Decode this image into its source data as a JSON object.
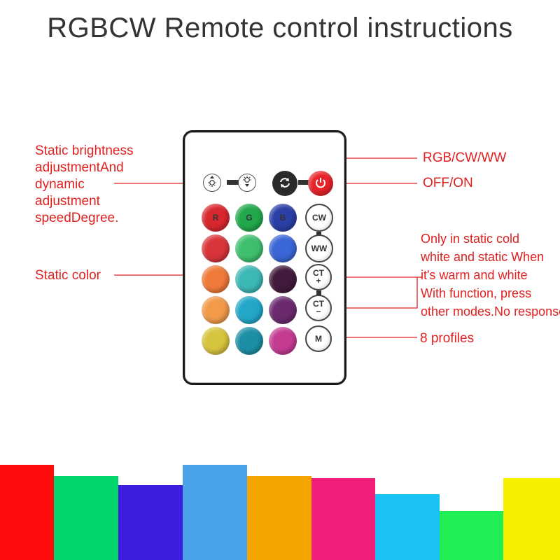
{
  "title": "RGBCW Remote control instructions",
  "labels": {
    "brightness": [
      "Static brightness",
      "adjustmentAnd",
      "dynamic",
      "adjustment",
      "speedDegree."
    ],
    "rgb_cw_ww": "RGB/CW/WW",
    "off_on": "OFF/ON",
    "static_cold": [
      "Only in static cold",
      "white and static When",
      "it's warm and white",
      "With function, press",
      "other modes.No response"
    ],
    "static_color": "Static color",
    "profiles": "8 profiles"
  },
  "remote": {
    "top_buttons": [
      "brightness-up",
      "brightness-down",
      "mode-cycle",
      "power"
    ],
    "color_buttons": [
      {
        "label": "R",
        "color": "#d8272f"
      },
      {
        "label": "G",
        "color": "#22a84c"
      },
      {
        "label": "B",
        "color": "#2b3fa6"
      },
      {
        "label": "",
        "color": "#d8353a"
      },
      {
        "label": "",
        "color": "#3fbf6e"
      },
      {
        "label": "",
        "color": "#3a66d6"
      },
      {
        "label": "",
        "color": "#ef7a3a"
      },
      {
        "label": "",
        "color": "#3cb8b6"
      },
      {
        "label": "",
        "color": "#421a3b"
      },
      {
        "label": "",
        "color": "#f19a4a"
      },
      {
        "label": "",
        "color": "#22a7c9"
      },
      {
        "label": "",
        "color": "#6b2a6e"
      },
      {
        "label": "",
        "color": "#d7c43e"
      },
      {
        "label": "",
        "color": "#1d8fa5"
      },
      {
        "label": "",
        "color": "#c43b92"
      }
    ],
    "white_buttons": {
      "cw": "CW",
      "ww": "WW",
      "ct_plus": "CT",
      "ct_plus_sign": "+",
      "ct_minus": "CT",
      "ct_minus_sign": "−",
      "m": "M"
    }
  },
  "bottom_bars": [
    {
      "color": "#ff0d0d",
      "level": 0.85
    },
    {
      "color": "#00d46a",
      "level": 0.75
    },
    {
      "color": "#3f1de0",
      "level": 0.67
    },
    {
      "color": "#4aa3e8",
      "level": 0.85
    },
    {
      "color": "#f6a400",
      "level": 0.75
    },
    {
      "color": "#f0207a",
      "level": 0.73
    },
    {
      "color": "#19c2f2",
      "level": 0.59
    },
    {
      "color": "#1fee55",
      "level": 0.44
    },
    {
      "color": "#f6ef00",
      "level": 0.73
    }
  ],
  "colors": {
    "annotation": "#e02020",
    "title": "#333333",
    "power": "#e8232a",
    "mode": "#2a2a2a"
  }
}
